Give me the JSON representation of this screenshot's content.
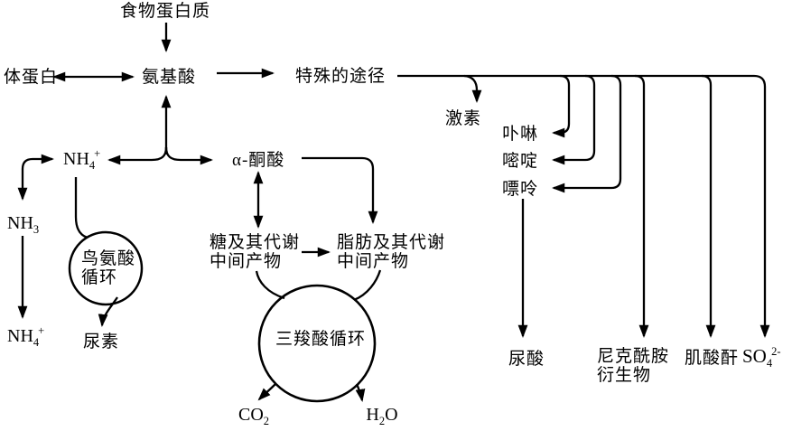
{
  "colors": {
    "ink": "#000000",
    "background": "#ffffff"
  },
  "nodes": {
    "food_protein": "食物蛋白质",
    "body_protein": "体蛋白",
    "amino_acid": "氨基酸",
    "special_pathway": "特殊的途径",
    "hormone": "激素",
    "porphyrin": "卟啉",
    "pyrimidine": "嘧啶",
    "purine": "嘌呤",
    "alpha_keto_acid": "α-酮酸",
    "ornithine_cycle": {
      "line1": "鸟氨酸",
      "line2": "循环"
    },
    "urea": "尿素",
    "sugar_intermediates": {
      "line1": "糖及其代谢",
      "line2": "中间产物"
    },
    "fat_intermediates": {
      "line1": "脂肪及其代谢",
      "line2": "中间产物"
    },
    "tca_cycle": "三羧酸循环",
    "uric_acid": "尿酸",
    "nicotinamide_derivatives": {
      "line1": "尼克酰胺",
      "line2": "衍生物"
    },
    "creatinine": "肌酸酐"
  },
  "formulas": {
    "nh4_top": {
      "base": "NH",
      "sub": "4",
      "sup": "+"
    },
    "nh3": {
      "base": "NH",
      "sub": "3"
    },
    "nh4_bottom": {
      "base": "NH",
      "sub": "4",
      "sup": "+"
    },
    "co2": {
      "base": "CO",
      "sub": "2"
    },
    "h2o": {
      "part1": "H",
      "sub": "2",
      "part2": "O"
    },
    "so4": {
      "base": "SO",
      "sub": "4",
      "sup": "2-"
    }
  }
}
